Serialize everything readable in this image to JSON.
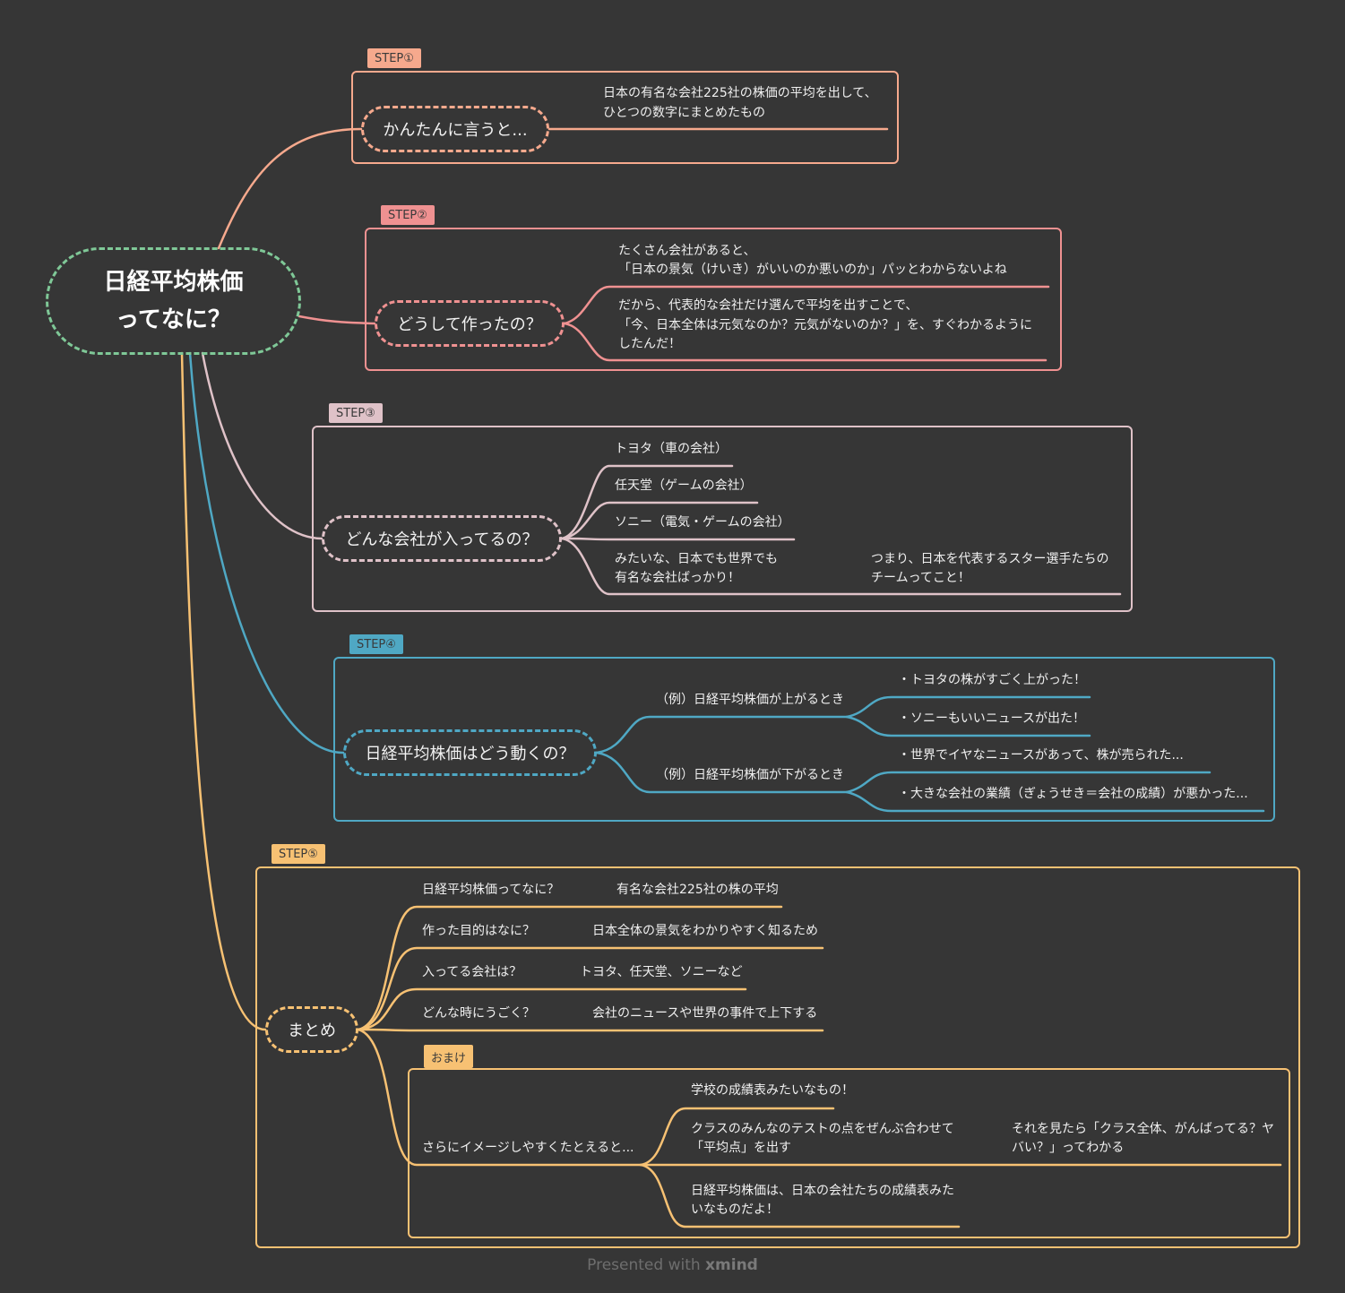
{
  "root": {
    "line1": "日経平均株価",
    "line2": "ってなに？"
  },
  "colors": {
    "step1": "#f6a98d",
    "step2": "#ef9191",
    "step3": "#dfc2c8",
    "step4": "#4fa8c4",
    "step5": "#f7c173",
    "root": "#7fc897"
  },
  "step1": {
    "tag": "STEP①",
    "node": "かんたんに言うと...",
    "text1": "日本の有名な会社225社の株価の平均を出して、",
    "text2": "ひとつの数字にまとめたもの"
  },
  "step2": {
    "tag": "STEP②",
    "node": "どうして作ったの？",
    "a1": "たくさん会社があると、",
    "a2": "「日本の景気（けいき）がいいのか悪いのか」パッとわからないよね",
    "b1": "だから、代表的な会社だけ選んで平均を出すことで、",
    "b2": "「今、日本全体は元気なのか？元気がないのか？」を、すぐわかるように",
    "b3": "したんだ！"
  },
  "step3": {
    "tag": "STEP③",
    "node": "どんな会社が入ってるの？",
    "items": [
      "トヨタ（車の会社）",
      "任天堂（ゲームの会社）",
      "ソニー（電気・ゲームの会社）"
    ],
    "m1": "みたいな、日本でも世界でも",
    "m2": "有名な会社ばっかり！",
    "s1": "つまり、日本を代表するスター選手たちの",
    "s2": "チームってこと！"
  },
  "step4": {
    "tag": "STEP④",
    "node": "日経平均株価はどう動くの？",
    "up": "（例）日経平均株価が上がるとき",
    "up_items": [
      "・トヨタの株がすごく上がった！",
      "・ソニーもいいニュースが出た！"
    ],
    "down": "（例）日経平均株価が下がるとき",
    "down_items": [
      "・世界でイヤなニュースがあって、株が売られた...",
      "・大きな会社の業績（ぎょうせき＝会社の成績）が悪かった..."
    ]
  },
  "step5": {
    "tag": "STEP⑤",
    "node": "まとめ",
    "qa": [
      {
        "q": "日経平均株価ってなに？",
        "a": "有名な会社225社の株の平均"
      },
      {
        "q": "作った目的はなに？",
        "a": "日本全体の景気をわかりやすく知るため"
      },
      {
        "q": "入ってる会社は？",
        "a": "トヨタ、任天堂、ソニーなど"
      },
      {
        "q": "どんな時にうごく？",
        "a": "会社のニュースや世界の事件で上下する"
      }
    ],
    "omake_tag": "おまけ",
    "omake_label": "さらにイメージしやすくたとえると...",
    "o1": "学校の成績表みたいなもの！",
    "o2a": "クラスのみんなのテストの点をぜんぶ合わせて",
    "o2b": "「平均点」を出す",
    "o3a": "それを見たら「クラス全体、がんばってる？ヤ",
    "o3b": "バい？」ってわかる",
    "o4a": "日経平均株価は、日本の会社たちの成績表みた",
    "o4b": "いなものだよ！"
  },
  "watermark": {
    "pre": "Presented with ",
    "brand": "xmind"
  }
}
